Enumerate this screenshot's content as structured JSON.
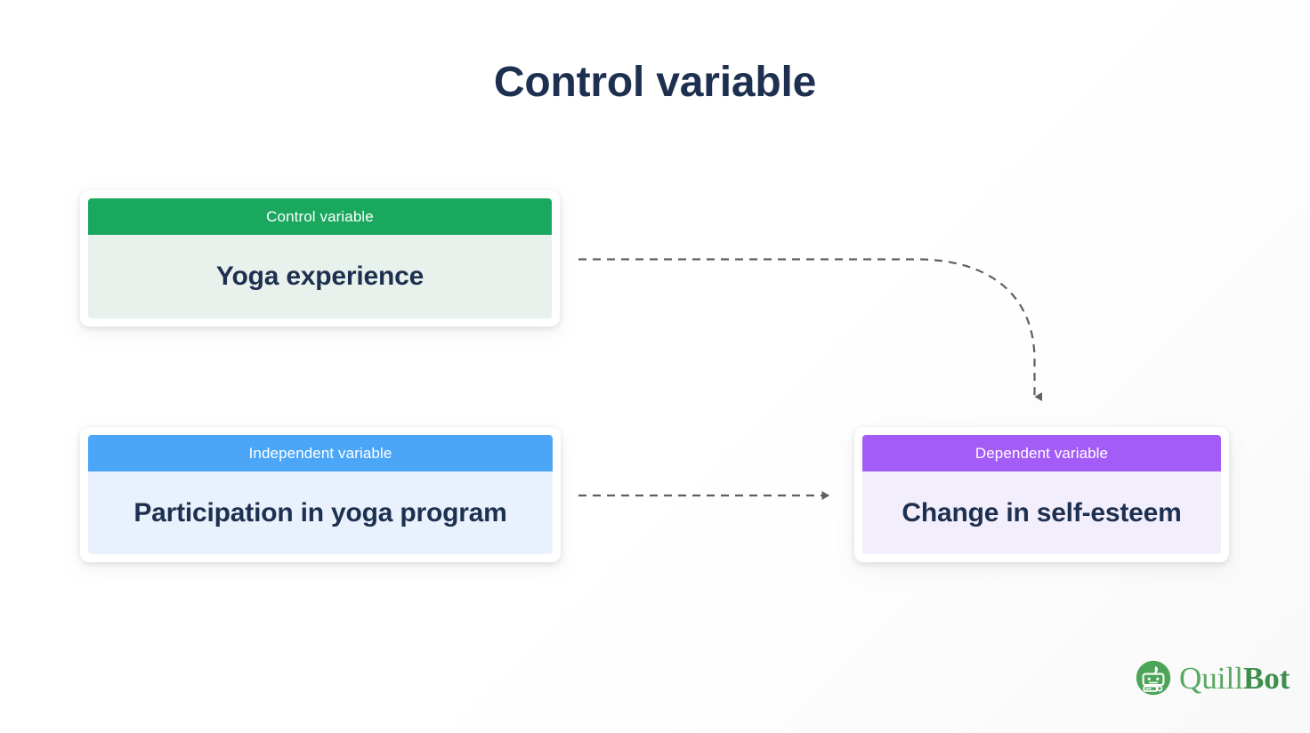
{
  "page": {
    "title": "Control variable",
    "background_color": "#ffffff",
    "title_color": "#1e3050"
  },
  "diagram": {
    "type": "variable-relationship-diagram",
    "cards": [
      {
        "id": "control",
        "header_label": "Control variable",
        "body_label": "Yoga experience",
        "header_color": "#19a85e",
        "body_color": "#e9f1ec",
        "text_color": "#1e3050"
      },
      {
        "id": "independent",
        "header_label": "Independent variable",
        "body_label": "Participation in yoga program",
        "header_color": "#4ca6f7",
        "body_color": "#e8f1fc",
        "text_color": "#1e3050"
      },
      {
        "id": "dependent",
        "header_label": "Dependent variable",
        "body_label": "Change in self-esteem",
        "header_color": "#a45cf7",
        "body_color": "#f2eefc",
        "text_color": "#1e3050"
      }
    ],
    "connectors": [
      {
        "id": "control-to-dependent",
        "from": "control",
        "to": "dependent",
        "style": "dashed-curved",
        "color": "#5f5f5f",
        "label": ""
      },
      {
        "id": "independent-to-dependent",
        "from": "independent",
        "to": "dependent",
        "style": "dashed-straight",
        "color": "#5f5f5f",
        "label": ""
      }
    ]
  },
  "footer": {
    "brand_name_part1": "Quill",
    "brand_name_part2": "Bot",
    "brand_color": "#4ba457",
    "logo_icon": "quillbot-robot-icon"
  }
}
